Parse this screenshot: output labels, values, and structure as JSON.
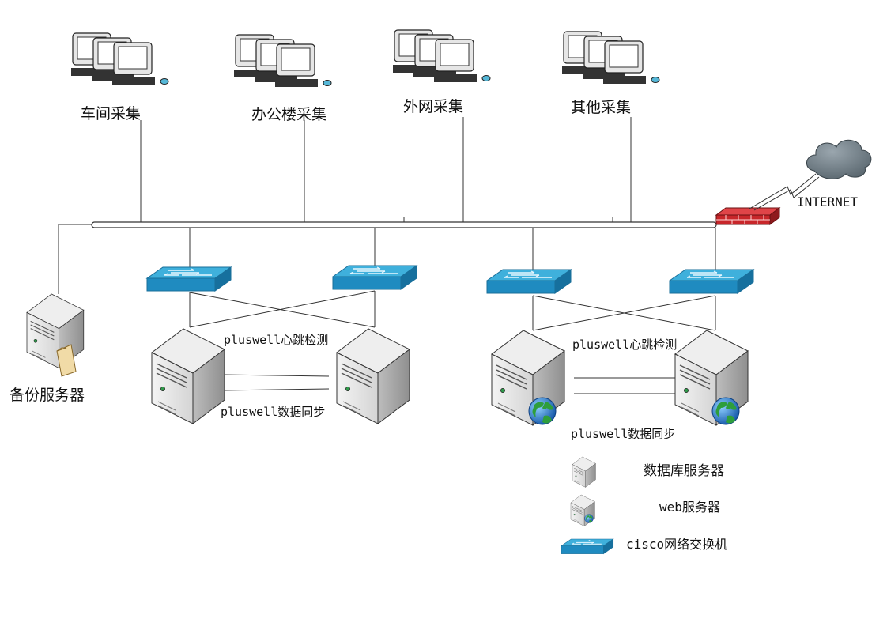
{
  "groups": [
    "车间采集",
    "办公楼采集",
    "外网采集",
    "其他采集"
  ],
  "internet": "INTERNET",
  "backup_server": "备份服务器",
  "db_cluster": {
    "heartbeat": "pluswell心跳检测",
    "sync": "pluswell数据同步"
  },
  "web_cluster": {
    "heartbeat": "pluswell心跳检测",
    "sync": "pluswell数据同步"
  },
  "legend": {
    "db_server": "数据库服务器",
    "web_server": "web服务器",
    "switch": "cisco网络交换机"
  },
  "icons": {
    "workstation": "workstation-cluster-icon",
    "cloud": "cloud-icon",
    "firewall": "firewall-icon",
    "switch": "switch-icon",
    "db_server": "database-server-icon",
    "web_server": "web-server-icon",
    "backup": "backup-server-icon"
  },
  "colors": {
    "switch_top": "#3fb0dc",
    "switch_side": "#1b7fb0",
    "firewall": "#c8262a",
    "cloud": "#6f7c85",
    "db_cylinder": "#9cc3e6",
    "globe": "#2a7fd4"
  }
}
